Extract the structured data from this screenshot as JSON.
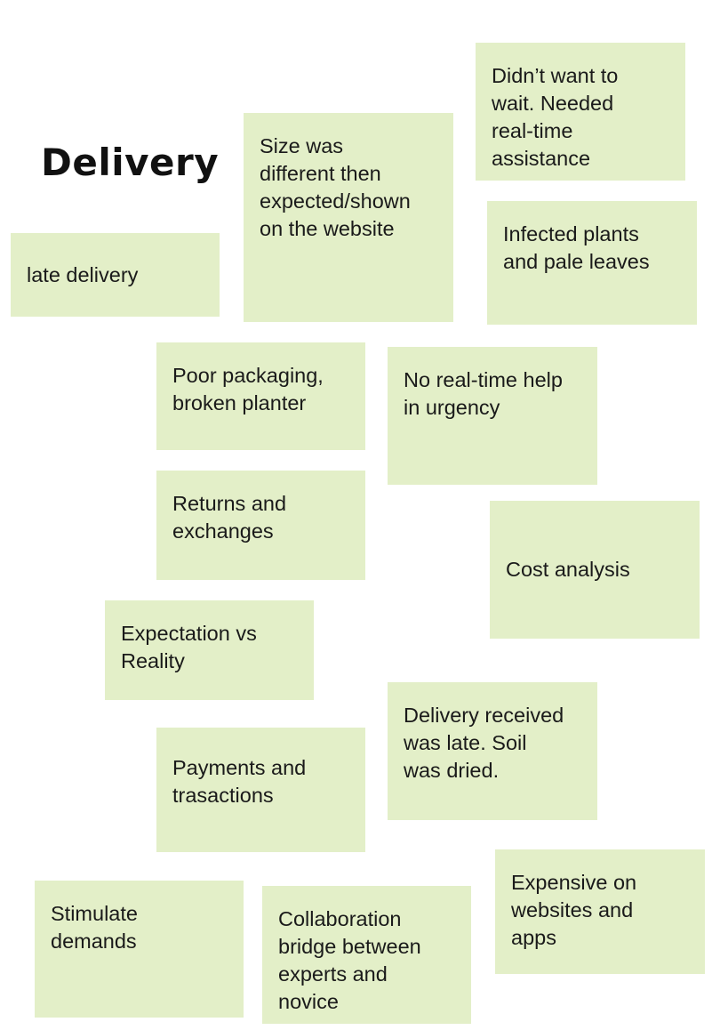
{
  "board": {
    "title": "Delivery",
    "note_color": "#e3efc8",
    "notes": {
      "late_delivery": "late delivery",
      "size": "Size was\ndifferent then\nexpected/shown\non the website",
      "didnt_wait": "Didn’t want to\nwait. Needed\nreal-time\nassistance",
      "infected": "Infected plants\nand pale leaves",
      "poor_packaging": "Poor packaging,\nbroken planter",
      "no_realtime": "No real-time help\nin urgency",
      "returns": "Returns and\nexchanges",
      "cost": "Cost analysis",
      "expectation": "Expectation vs\nReality",
      "delivery_received": "Delivery received\nwas late. Soil\nwas dried.",
      "payments": "Payments and\ntrasactions",
      "expensive": "Expensive on\nwebsites and\napps",
      "stimulate": "Stimulate\ndemands",
      "collaboration": "Collaboration\nbridge between\nexperts and\nnovice"
    }
  }
}
